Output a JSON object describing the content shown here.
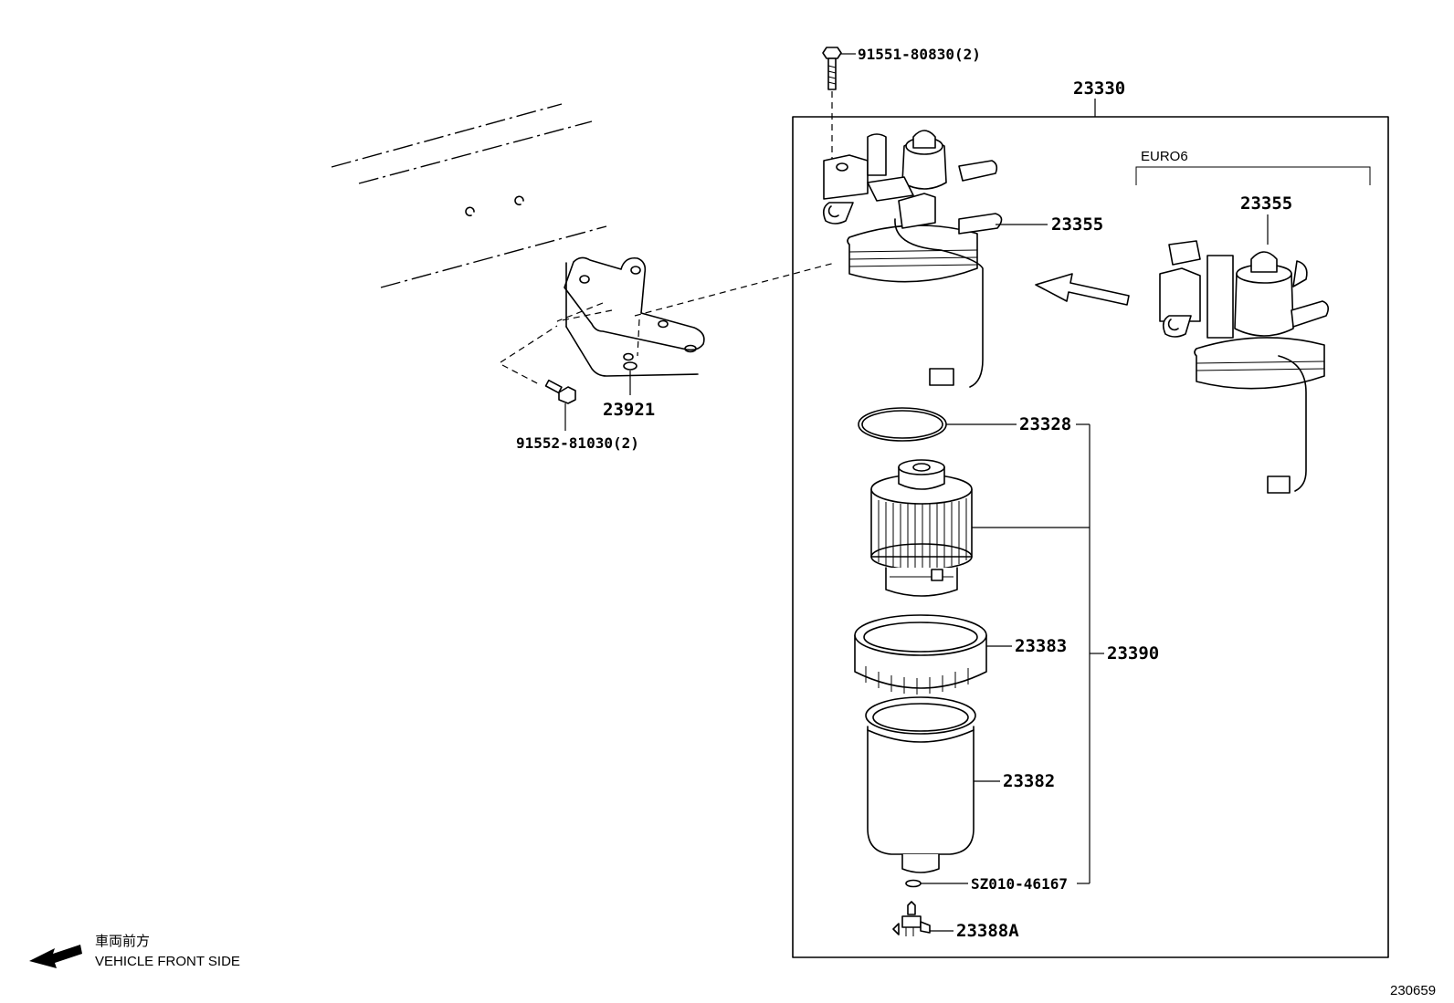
{
  "diagram": {
    "assembly_label": "23330",
    "variant_label": "EURO6",
    "parts": {
      "filter_head": "23355",
      "filter_head_euro6": "23355",
      "o_ring": "23328",
      "element_kit": "23390",
      "retaining_ring": "23383",
      "case": "23382",
      "drain_gasket": "SZ010-46167",
      "drain_plug": "23388A",
      "bracket": "23921",
      "upper_bolt": "91551-80830(2)",
      "lower_bolt": "91552-81030(2)"
    },
    "direction": {
      "label_jp": "車両前方",
      "label_en": "VEHICLE FRONT SIDE"
    },
    "figure_id": "230659"
  }
}
